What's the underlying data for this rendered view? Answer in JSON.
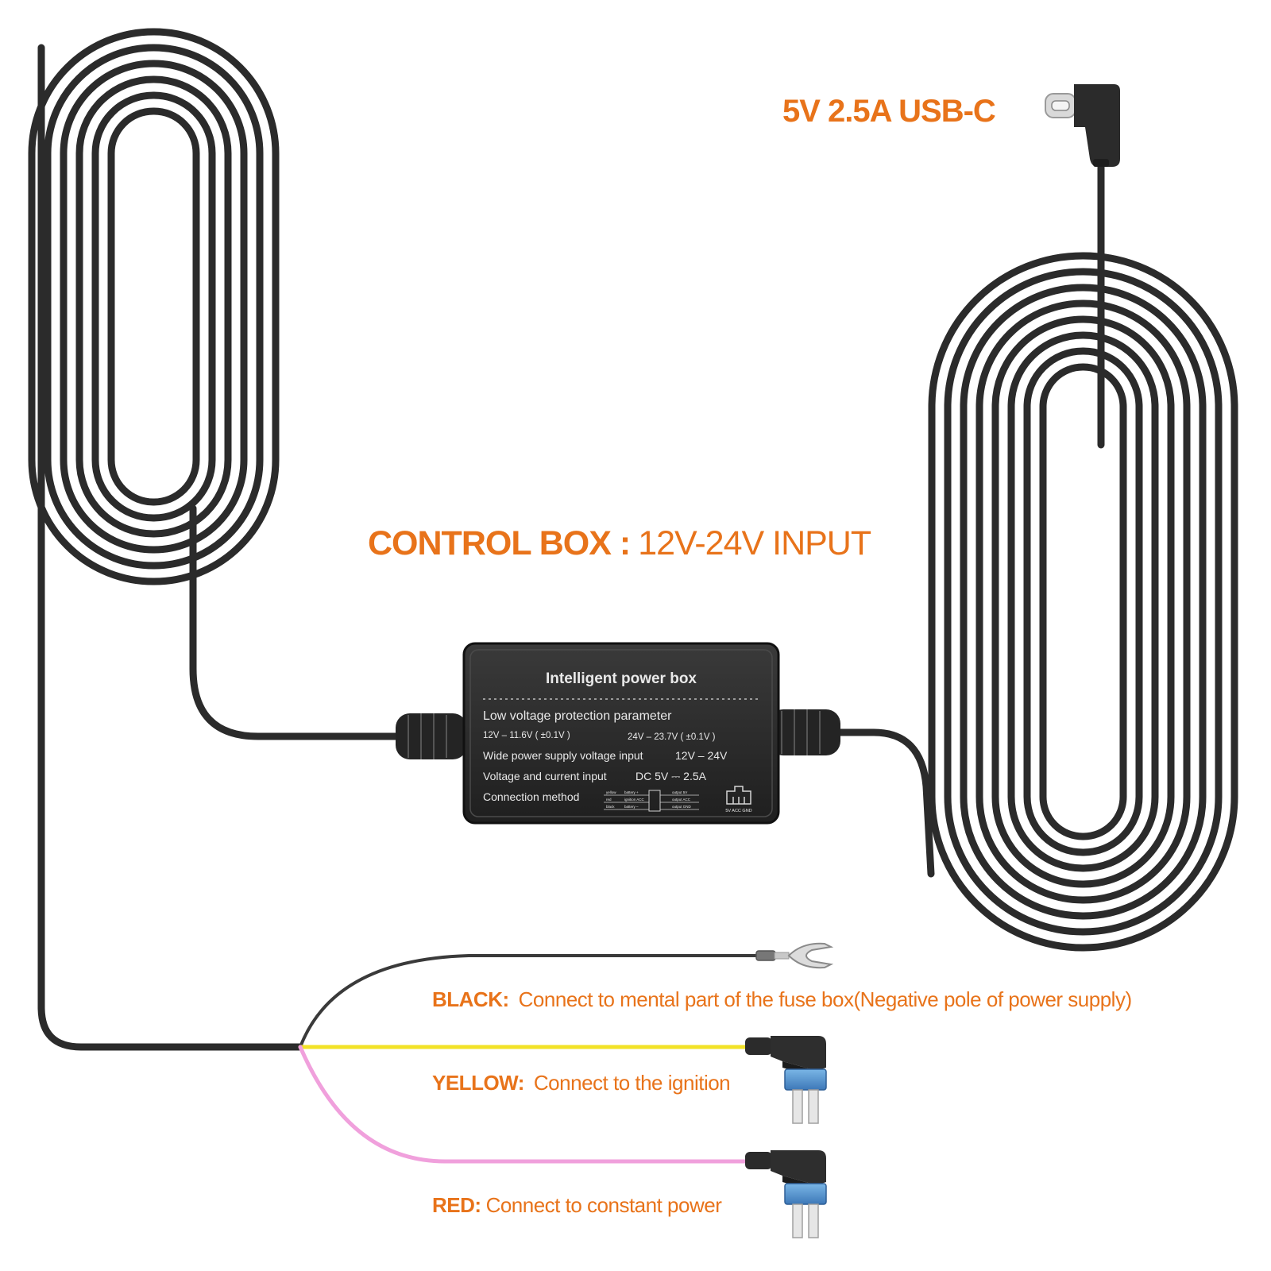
{
  "usbc_label": "5V 2.5A USB-C",
  "control_box": {
    "label_key": "CONTROL BOX :",
    "label_value": "12V-24V INPUT"
  },
  "power_box": {
    "title": "Intelligent power box",
    "low_voltage_heading": "Low voltage protection parameter",
    "low_voltage_12": "12V – 11.6V ( ±0.1V )",
    "low_voltage_24": "24V – 23.7V ( ±0.1V )",
    "wide_input_label": "Wide power supply voltage input",
    "wide_input_value": "12V – 24V",
    "voltage_current_label": "Voltage and current input",
    "voltage_current_value": "DC 5V ⎓ 2.5A",
    "connection_label": "Connection method",
    "wiring_left": [
      "yellow",
      "red",
      "black"
    ],
    "wiring_mid": [
      "battery +",
      "ignition ACC",
      "battery –"
    ],
    "wiring_right": [
      "output 5V",
      "output ACC",
      "output GND"
    ],
    "port_labels": "5V ACC GND"
  },
  "wires": {
    "black": {
      "key": "BLACK:",
      "text": "Connect to mental part of the fuse box(Negative pole of power supply)",
      "color": "#333333"
    },
    "yellow": {
      "key": "YELLOW:",
      "text": "Connect to the ignition",
      "color": "#f2e227"
    },
    "red": {
      "key": "RED:",
      "text": "Connect to constant power",
      "color": "#f0a0dc"
    }
  },
  "colors": {
    "accent": "#e8731a",
    "cable": "#2b2b2b",
    "box": "#2a2a2a"
  },
  "icons": [
    "usb-c-connector-icon",
    "spade-terminal-icon",
    "fuse-tap-icon"
  ]
}
